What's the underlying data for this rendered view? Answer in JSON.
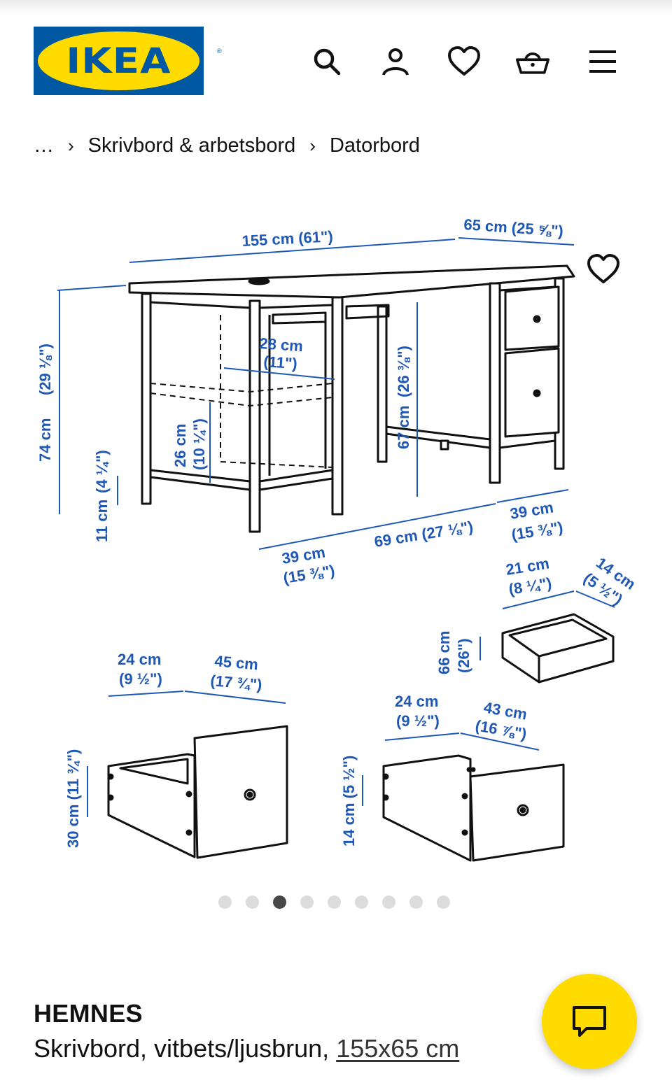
{
  "header": {
    "logo_text": "IKEA",
    "logo_mark": "®",
    "icons": [
      "search-icon",
      "user-icon",
      "heart-icon",
      "basket-icon",
      "menu-icon"
    ]
  },
  "breadcrumb": {
    "items": [
      "…",
      "Skrivbord & arbetsbord",
      "Datorbord"
    ],
    "separator": "›"
  },
  "gallery": {
    "current_index": 3,
    "total": 9,
    "dimensions": {
      "desk_width": "155 cm (61\")",
      "desk_depth": "65 cm (25 ⅝\")",
      "desk_height_cm": "74 cm",
      "desk_height_in": "(29 ⅛\")",
      "shelf_depth_cm": "28 cm",
      "shelf_depth_in": "(11\")",
      "shelf_height_cm": "26 cm",
      "shelf_height_in": "(10 ¼\")",
      "knee_height_cm": "67 cm",
      "knee_height_in": "(26 ⅜\")",
      "floor_clearance_cm": "11 cm",
      "floor_clearance_in": "(4 ¼\")",
      "left_section_cm": "39 cm",
      "left_section_in": "(15 ⅜\")",
      "middle_section": "69 cm (27 ⅛\")",
      "right_section_cm": "39 cm",
      "right_section_in": "(15 ⅜\")",
      "small_drawer_width_cm": "21 cm",
      "small_drawer_width_in": "(8 ¼\")",
      "small_drawer_depth_cm": "14 cm",
      "small_drawer_depth_in": "(5 ½\")",
      "small_drawer_height_cm": "66 cm",
      "small_drawer_height_in": "(26\")",
      "large_drawer_width_cm": "24 cm",
      "large_drawer_width_in": "(9 ½\")",
      "large_drawer_depth_cm": "45 cm",
      "large_drawer_depth_in": "(17 ¾\")",
      "large_drawer_height": "30 cm (11 ¾\")",
      "mid_drawer_width_cm": "24 cm",
      "mid_drawer_width_in": "(9 ½\")",
      "mid_drawer_depth_cm": "43 cm",
      "mid_drawer_depth_in": "(16 ⅞\")",
      "mid_drawer_height": "14 cm (5 ½\")"
    }
  },
  "product": {
    "name": "HEMNES",
    "description": "Skrivbord, vitbets/ljusbrun, ",
    "size_link": "155x65 cm"
  },
  "colors": {
    "ikea_blue": "#0058a3",
    "ikea_yellow": "#ffdb00",
    "dimension_blue": "#1f58b4",
    "active_dot": "#484848",
    "inactive_dot": "#dcdcdc"
  },
  "chat": {
    "icon": "chat-bubble-icon"
  }
}
